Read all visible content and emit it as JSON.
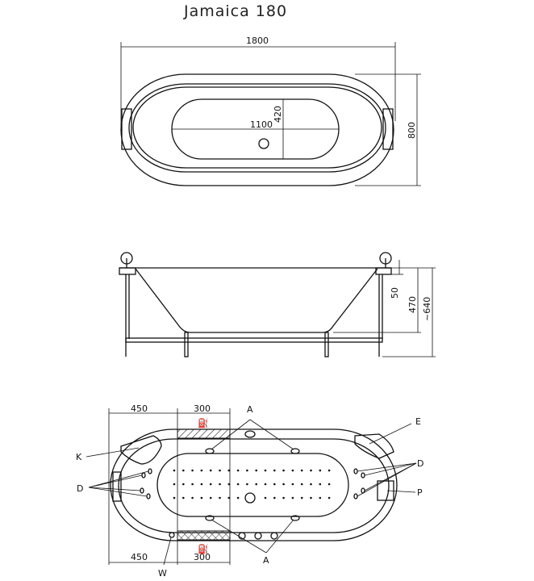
{
  "title": "Jamaica 180",
  "top_view": {
    "length": "1800",
    "width": "800",
    "basin_length": "1100",
    "basin_width": "420"
  },
  "side_view": {
    "rim": "50",
    "depth": "470",
    "height": "~640"
  },
  "plan_view": {
    "top_left_dim": "450",
    "top_mid_dim": "300",
    "bottom_left_dim": "450",
    "bottom_mid_dim": "300",
    "callouts": {
      "a_top": "A",
      "a_bottom": "A",
      "k": "K",
      "e": "E",
      "d_left": "D",
      "d_right": "D",
      "p": "P",
      "w": "W"
    }
  },
  "colors": {
    "line": "#111111",
    "background": "#ffffff"
  }
}
